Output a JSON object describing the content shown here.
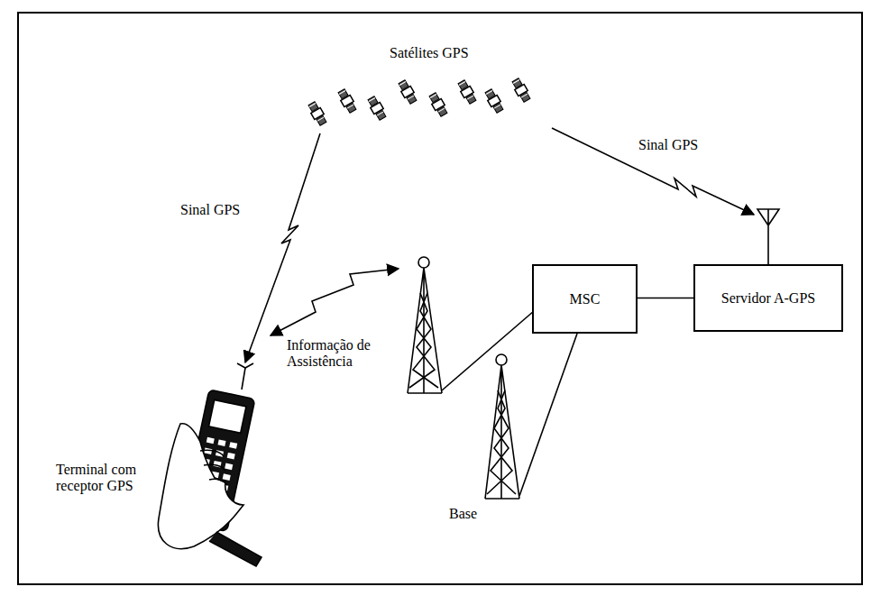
{
  "diagram": {
    "nodes": [
      {
        "text": [
          "MSC"
        ]
      },
      {
        "text": [
          "Servidor A-GPS"
        ]
      }
    ],
    "edges": [
      {
        "from": 0,
        "to": 1,
        "arrow": "none"
      }
    ],
    "labels": [
      "Satélites GPS",
      "Sinal GPS",
      "Sinal GPS",
      "Informação de Assistência",
      "Terminal com receptor GPS",
      "Base"
    ]
  }
}
